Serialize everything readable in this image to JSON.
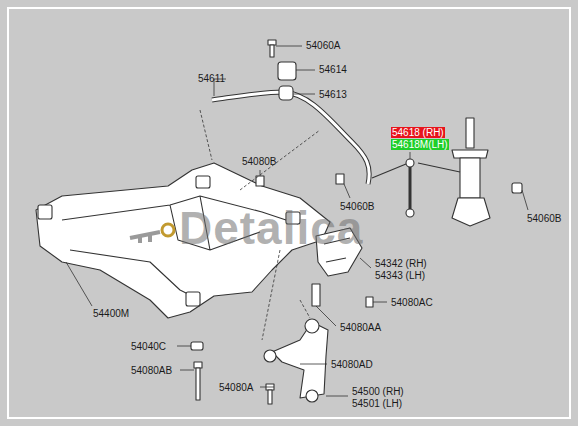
{
  "diagram": {
    "labels": [
      "54060A",
      "54614",
      "54611",
      "54613",
      "54618 (RH)",
      "54618M(LH)",
      "54080B",
      "54060B",
      "54060B",
      "54342 (RH)",
      "54343 (LH)",
      "54400M",
      "54080AC",
      "54080AA",
      "54040C",
      "54080AD",
      "54080AB",
      "54080A",
      "54500 (RH)",
      "54501 (LH)",
      "Detalica"
    ]
  }
}
